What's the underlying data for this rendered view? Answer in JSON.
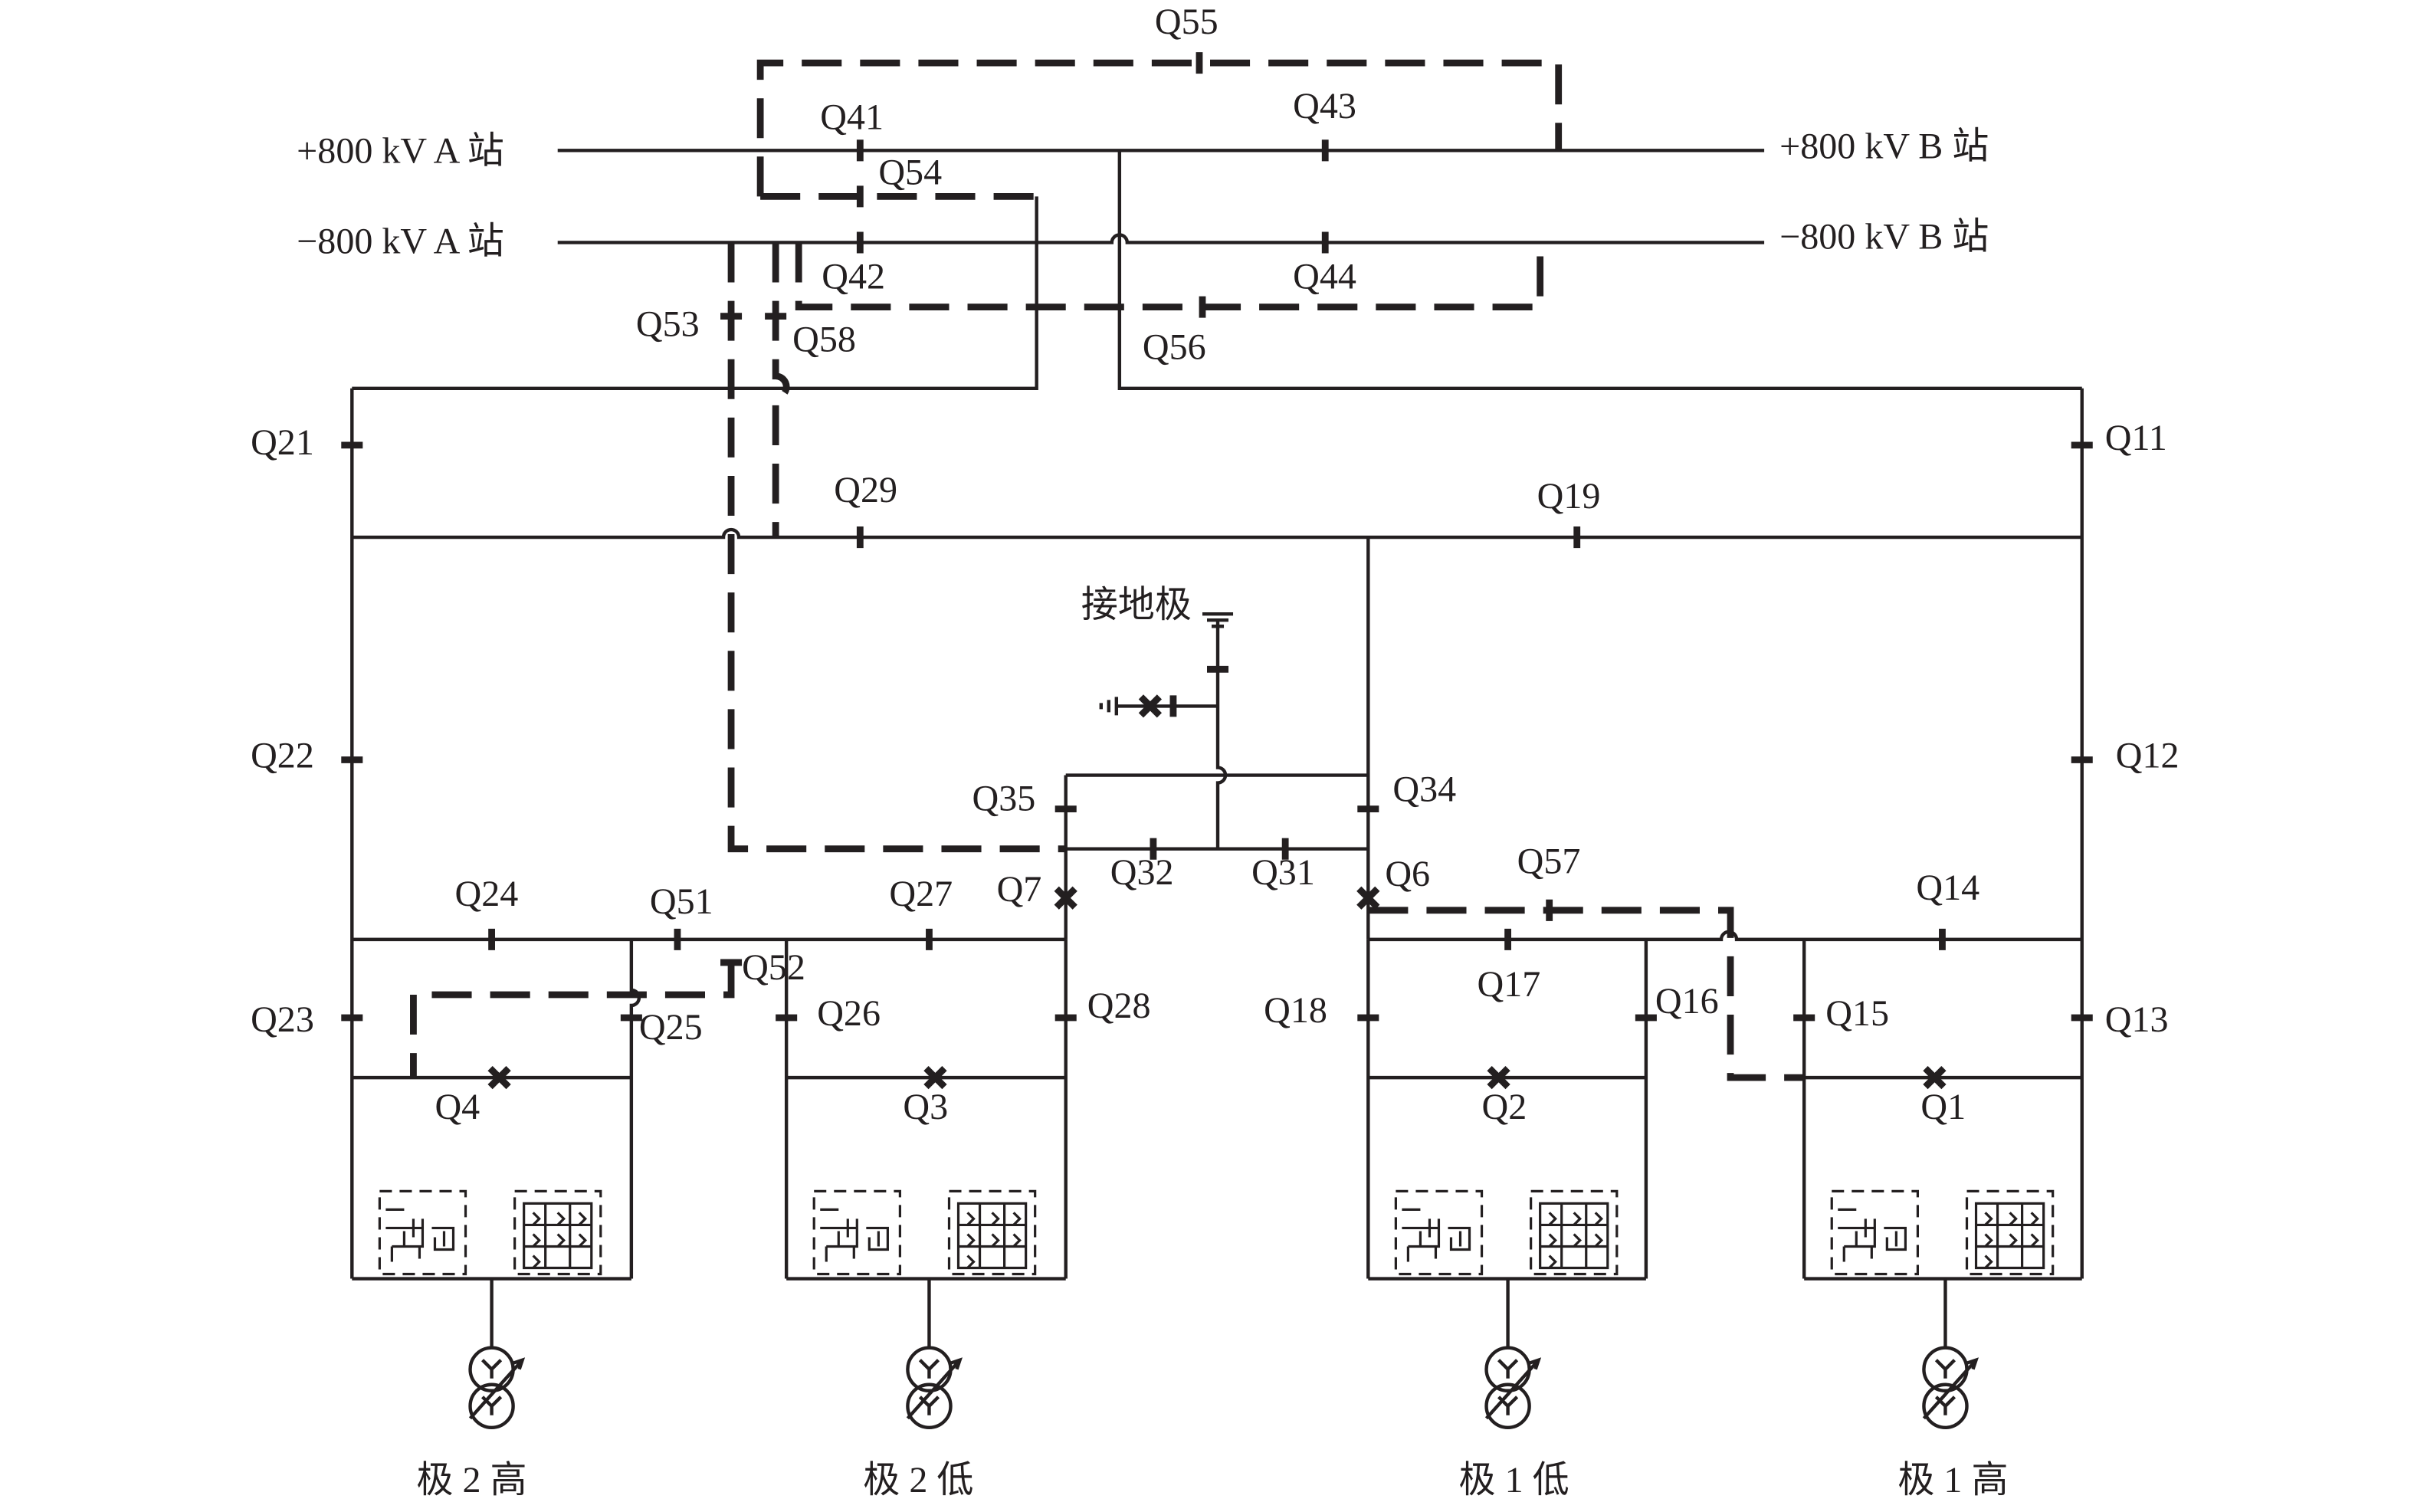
{
  "lines": {
    "pos_a": "+800 kV A 站",
    "pos_b": "+800 kV B 站",
    "neg_a": "−800 kV A 站",
    "neg_b": "−800 kV B 站"
  },
  "ground_electrode": "接地极",
  "switches": {
    "Q1": "Q1",
    "Q2": "Q2",
    "Q3": "Q3",
    "Q4": "Q4",
    "Q6": "Q6",
    "Q7": "Q7",
    "Q11": "Q11",
    "Q12": "Q12",
    "Q13": "Q13",
    "Q14": "Q14",
    "Q15": "Q15",
    "Q16": "Q16",
    "Q17": "Q17",
    "Q18": "Q18",
    "Q19": "Q19",
    "Q21": "Q21",
    "Q22": "Q22",
    "Q23": "Q23",
    "Q24": "Q24",
    "Q25": "Q25",
    "Q26": "Q26",
    "Q27": "Q27",
    "Q28": "Q28",
    "Q29": "Q29",
    "Q31": "Q31",
    "Q32": "Q32",
    "Q34": "Q34",
    "Q35": "Q35",
    "Q41": "Q41",
    "Q42": "Q42",
    "Q43": "Q43",
    "Q44": "Q44",
    "Q51": "Q51",
    "Q52": "Q52",
    "Q53": "Q53",
    "Q54": "Q54",
    "Q55": "Q55",
    "Q56": "Q56",
    "Q57": "Q57",
    "Q58": "Q58"
  },
  "valve_groups": {
    "pole2_high": "极 2 高",
    "pole2_low": "极 2 低",
    "pole1_low": "极 1 低",
    "pole1_high": "极 1 高"
  }
}
